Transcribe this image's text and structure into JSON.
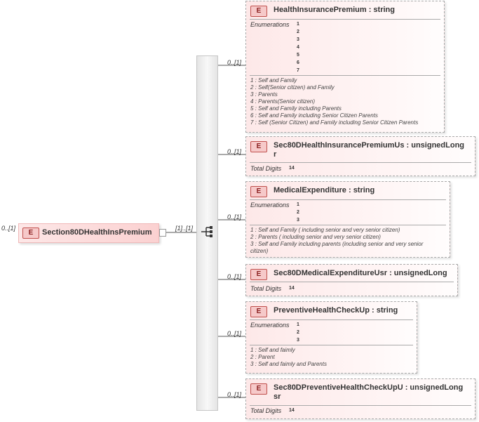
{
  "root": {
    "cardinality": "0..[1]",
    "badge": "E",
    "name": "Section80DHealthInsPremium",
    "sequence_cardinality": "[1]..[1]"
  },
  "children": [
    {
      "cardinality": "0..[1]",
      "badge": "E",
      "title": "HealthInsurancePremium  : string",
      "facet_label": "Enumerations",
      "values": [
        "1",
        "2",
        "3",
        "4",
        "5",
        "6",
        "7"
      ],
      "descriptions": [
        "1 : Self and Family",
        "2 : Self(Senior citizen) and Family",
        "3 : Parents",
        "4 : Parents(Senior citizen)",
        "5 : Self and Family including Parents",
        "6 : Self and Family including Senior Citizen Parents",
        "7 : Self (Senior Citizen) and Family including Senior Citizen Parents"
      ]
    },
    {
      "cardinality": "0..[1]",
      "badge": "E",
      "title_line1": "Sec80DHealthInsurancePremiumUs  : unsignedLong",
      "title_line2": "r",
      "facet_label": "Total Digits",
      "facet_value": "14"
    },
    {
      "cardinality": "0..[1]",
      "badge": "E",
      "title": "MedicalExpenditure  : string",
      "facet_label": "Enumerations",
      "values": [
        "1",
        "2",
        "3"
      ],
      "descriptions": [
        "1 : Self and Family ( including senior and very senior citizen)",
        "2 : Parents ( including senior and very senior citizen)",
        "3 : Self and Family including parents (including senior and very senior",
        "citizen)"
      ]
    },
    {
      "cardinality": "0..[1]",
      "badge": "E",
      "title": "Sec80DMedicalExpenditureUsr  : unsignedLong",
      "facet_label": "Total Digits",
      "facet_value": "14"
    },
    {
      "cardinality": "0..[1]",
      "badge": "E",
      "title": "PreventiveHealthCheckUp  : string",
      "facet_label": "Enumerations",
      "values": [
        "1",
        "2",
        "3"
      ],
      "descriptions": [
        "1 : Self and faimly",
        "2 : Parent",
        "3 : Self and faimly and Parents"
      ]
    },
    {
      "cardinality": "0..[1]",
      "badge": "E",
      "title_line1": "Sec80DPreventiveHealthCheckUpU  : unsignedLong",
      "title_line2": "sr",
      "facet_label": "Total Digits",
      "facet_value": "14"
    }
  ]
}
